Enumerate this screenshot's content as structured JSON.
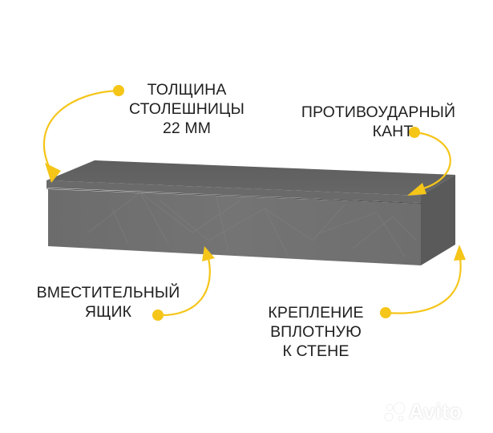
{
  "callouts": {
    "thickness": {
      "lines": [
        "ТОЛЩИНА",
        "СТОЛЕШНИЦЫ",
        "22 ММ"
      ]
    },
    "edge": {
      "lines": [
        "ПРОТИВОУДАРНЫЙ",
        "КАНТ"
      ]
    },
    "drawer": {
      "lines": [
        "ВМЕСТИТЕЛЬНЫЙ",
        "ЯЩИК"
      ]
    },
    "mount": {
      "lines": [
        "КРЕПЛЕНИЕ",
        "ВПЛОТНУЮ",
        "К СТЕНЕ"
      ]
    }
  },
  "watermark": {
    "text": "Avito"
  },
  "colors": {
    "accent_yellow": "#f5c518",
    "shelf_front": "#6f6f6f",
    "shelf_top": "#636363",
    "shelf_side": "#575757",
    "text": "#1f1f1f"
  }
}
